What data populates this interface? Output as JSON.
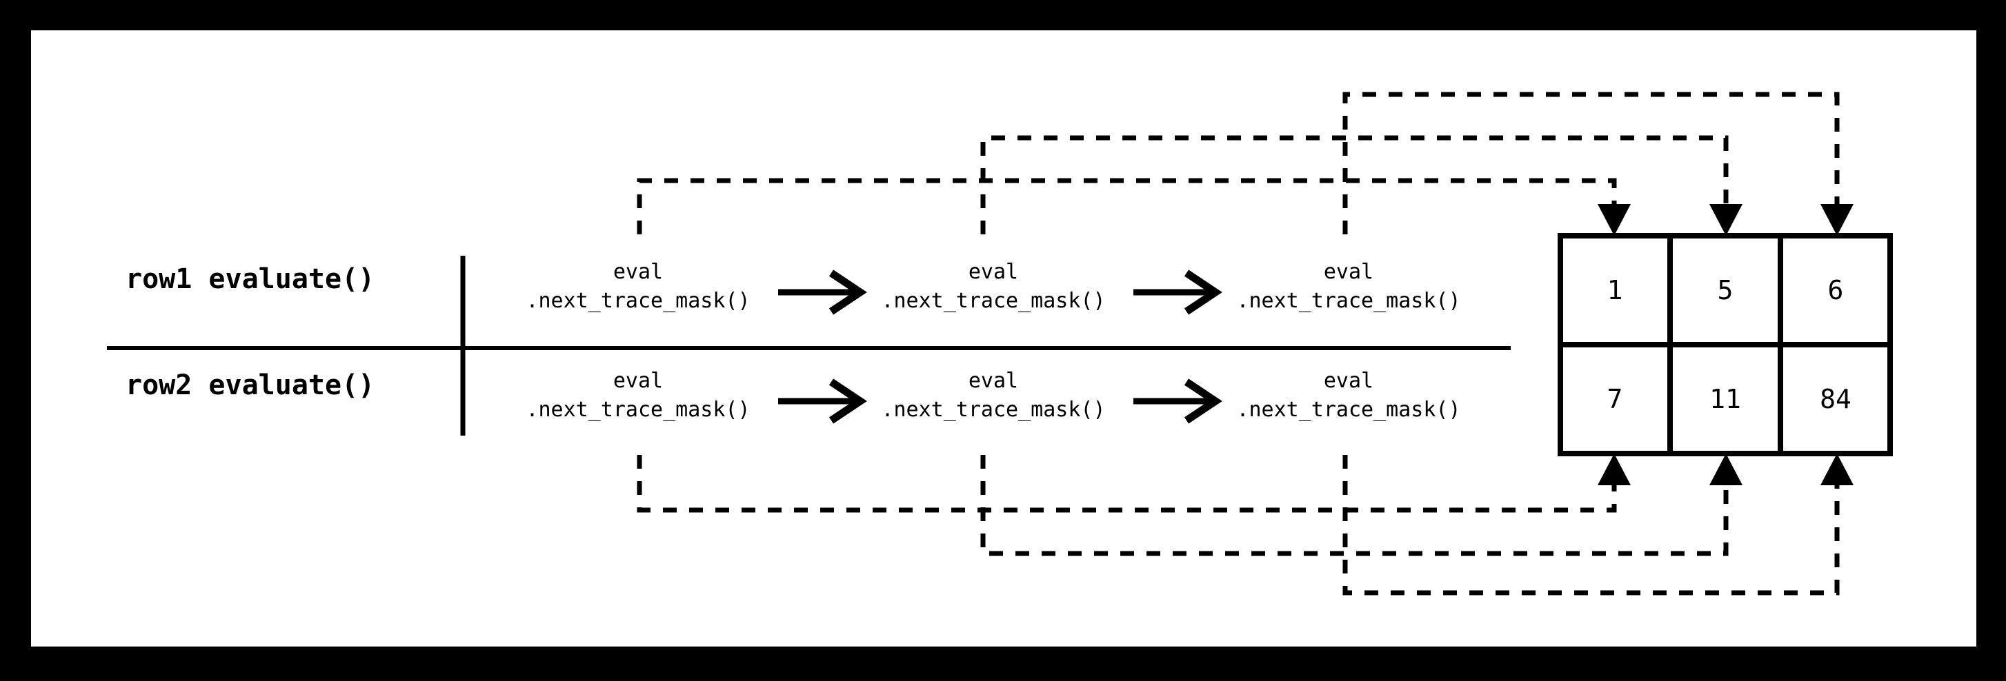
{
  "canvas": {
    "background": "#ffffff",
    "frame_color": "#000000"
  },
  "rows": [
    {
      "label": "row1 evaluate()",
      "steps": [
        {
          "line1": "eval",
          "line2": ".next_trace_mask()"
        },
        {
          "line1": "eval",
          "line2": ".next_trace_mask()"
        },
        {
          "line1": "eval",
          "line2": ".next_trace_mask()"
        }
      ]
    },
    {
      "label": "row2 evaluate()",
      "steps": [
        {
          "line1": "eval",
          "line2": ".next_trace_mask()"
        },
        {
          "line1": "eval",
          "line2": ".next_trace_mask()"
        },
        {
          "line1": "eval",
          "line2": ".next_trace_mask()"
        }
      ]
    }
  ],
  "table": {
    "rows": [
      [
        "1",
        "5",
        "6"
      ],
      [
        "7",
        "11",
        "84"
      ]
    ]
  },
  "icons": {
    "flow_arrow": "arrow-right-icon",
    "down_arrow": "arrow-down-icon",
    "up_arrow": "arrow-up-icon"
  }
}
